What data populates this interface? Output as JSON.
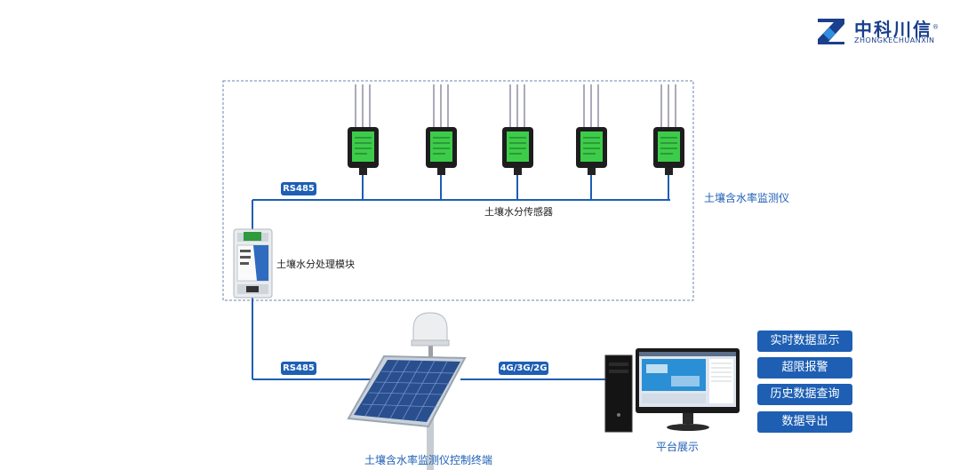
{
  "logo": {
    "name_cn": "中科川信",
    "name_en": "ZHONGKECHUANXIN",
    "registered": "®"
  },
  "diagram": {
    "labels": {
      "rs485_top": "RS485",
      "rs485_bottom": "RS485",
      "network": "4G/3G/2G",
      "sensor_group": "土壤水分传感器",
      "processing_module": "土壤水分处理模块",
      "instrument": "土壤含水率监测仪",
      "terminal": "土壤含水率监测仪控制终端",
      "platform": "平台展示"
    },
    "sensor_count": 5,
    "platform_functions": [
      "实时数据显示",
      "超限报警",
      "历史数据查询",
      "数据导出"
    ]
  },
  "colors": {
    "primary_blue": "#1e5fb4",
    "logo_blue": "#1a3f8c",
    "sensor_green": "#3dcc4a",
    "dashed_border": "#6a86b0"
  }
}
